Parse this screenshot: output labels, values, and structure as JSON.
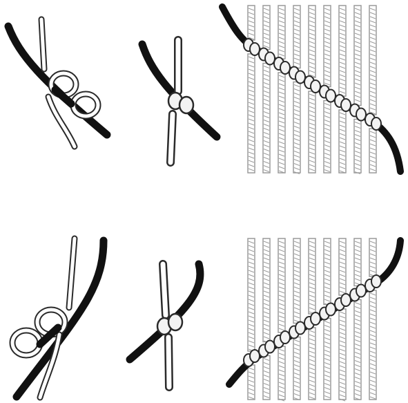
{
  "colors": {
    "background": "#ffffff",
    "holding_cord": "#111111",
    "rope_outline": "#2a2a2a",
    "rope_fill": "#ffffff",
    "cord_shading": "#9a9a9a",
    "knot_fill": "#f3f3f3"
  },
  "rows": [
    {
      "direction": "descending-left-to-right",
      "panels": [
        {
          "kind": "loose-clove-hitch",
          "cords": 1
        },
        {
          "kind": "tightened-clove-hitch",
          "cords": 1
        },
        {
          "kind": "diagonal-bar-of-clove-hitches",
          "cords": 9
        }
      ]
    },
    {
      "direction": "ascending-left-to-right",
      "panels": [
        {
          "kind": "loose-clove-hitch",
          "cords": 1
        },
        {
          "kind": "tightened-clove-hitch",
          "cords": 1
        },
        {
          "kind": "diagonal-bar-of-clove-hitches",
          "cords": 9
        }
      ]
    }
  ]
}
